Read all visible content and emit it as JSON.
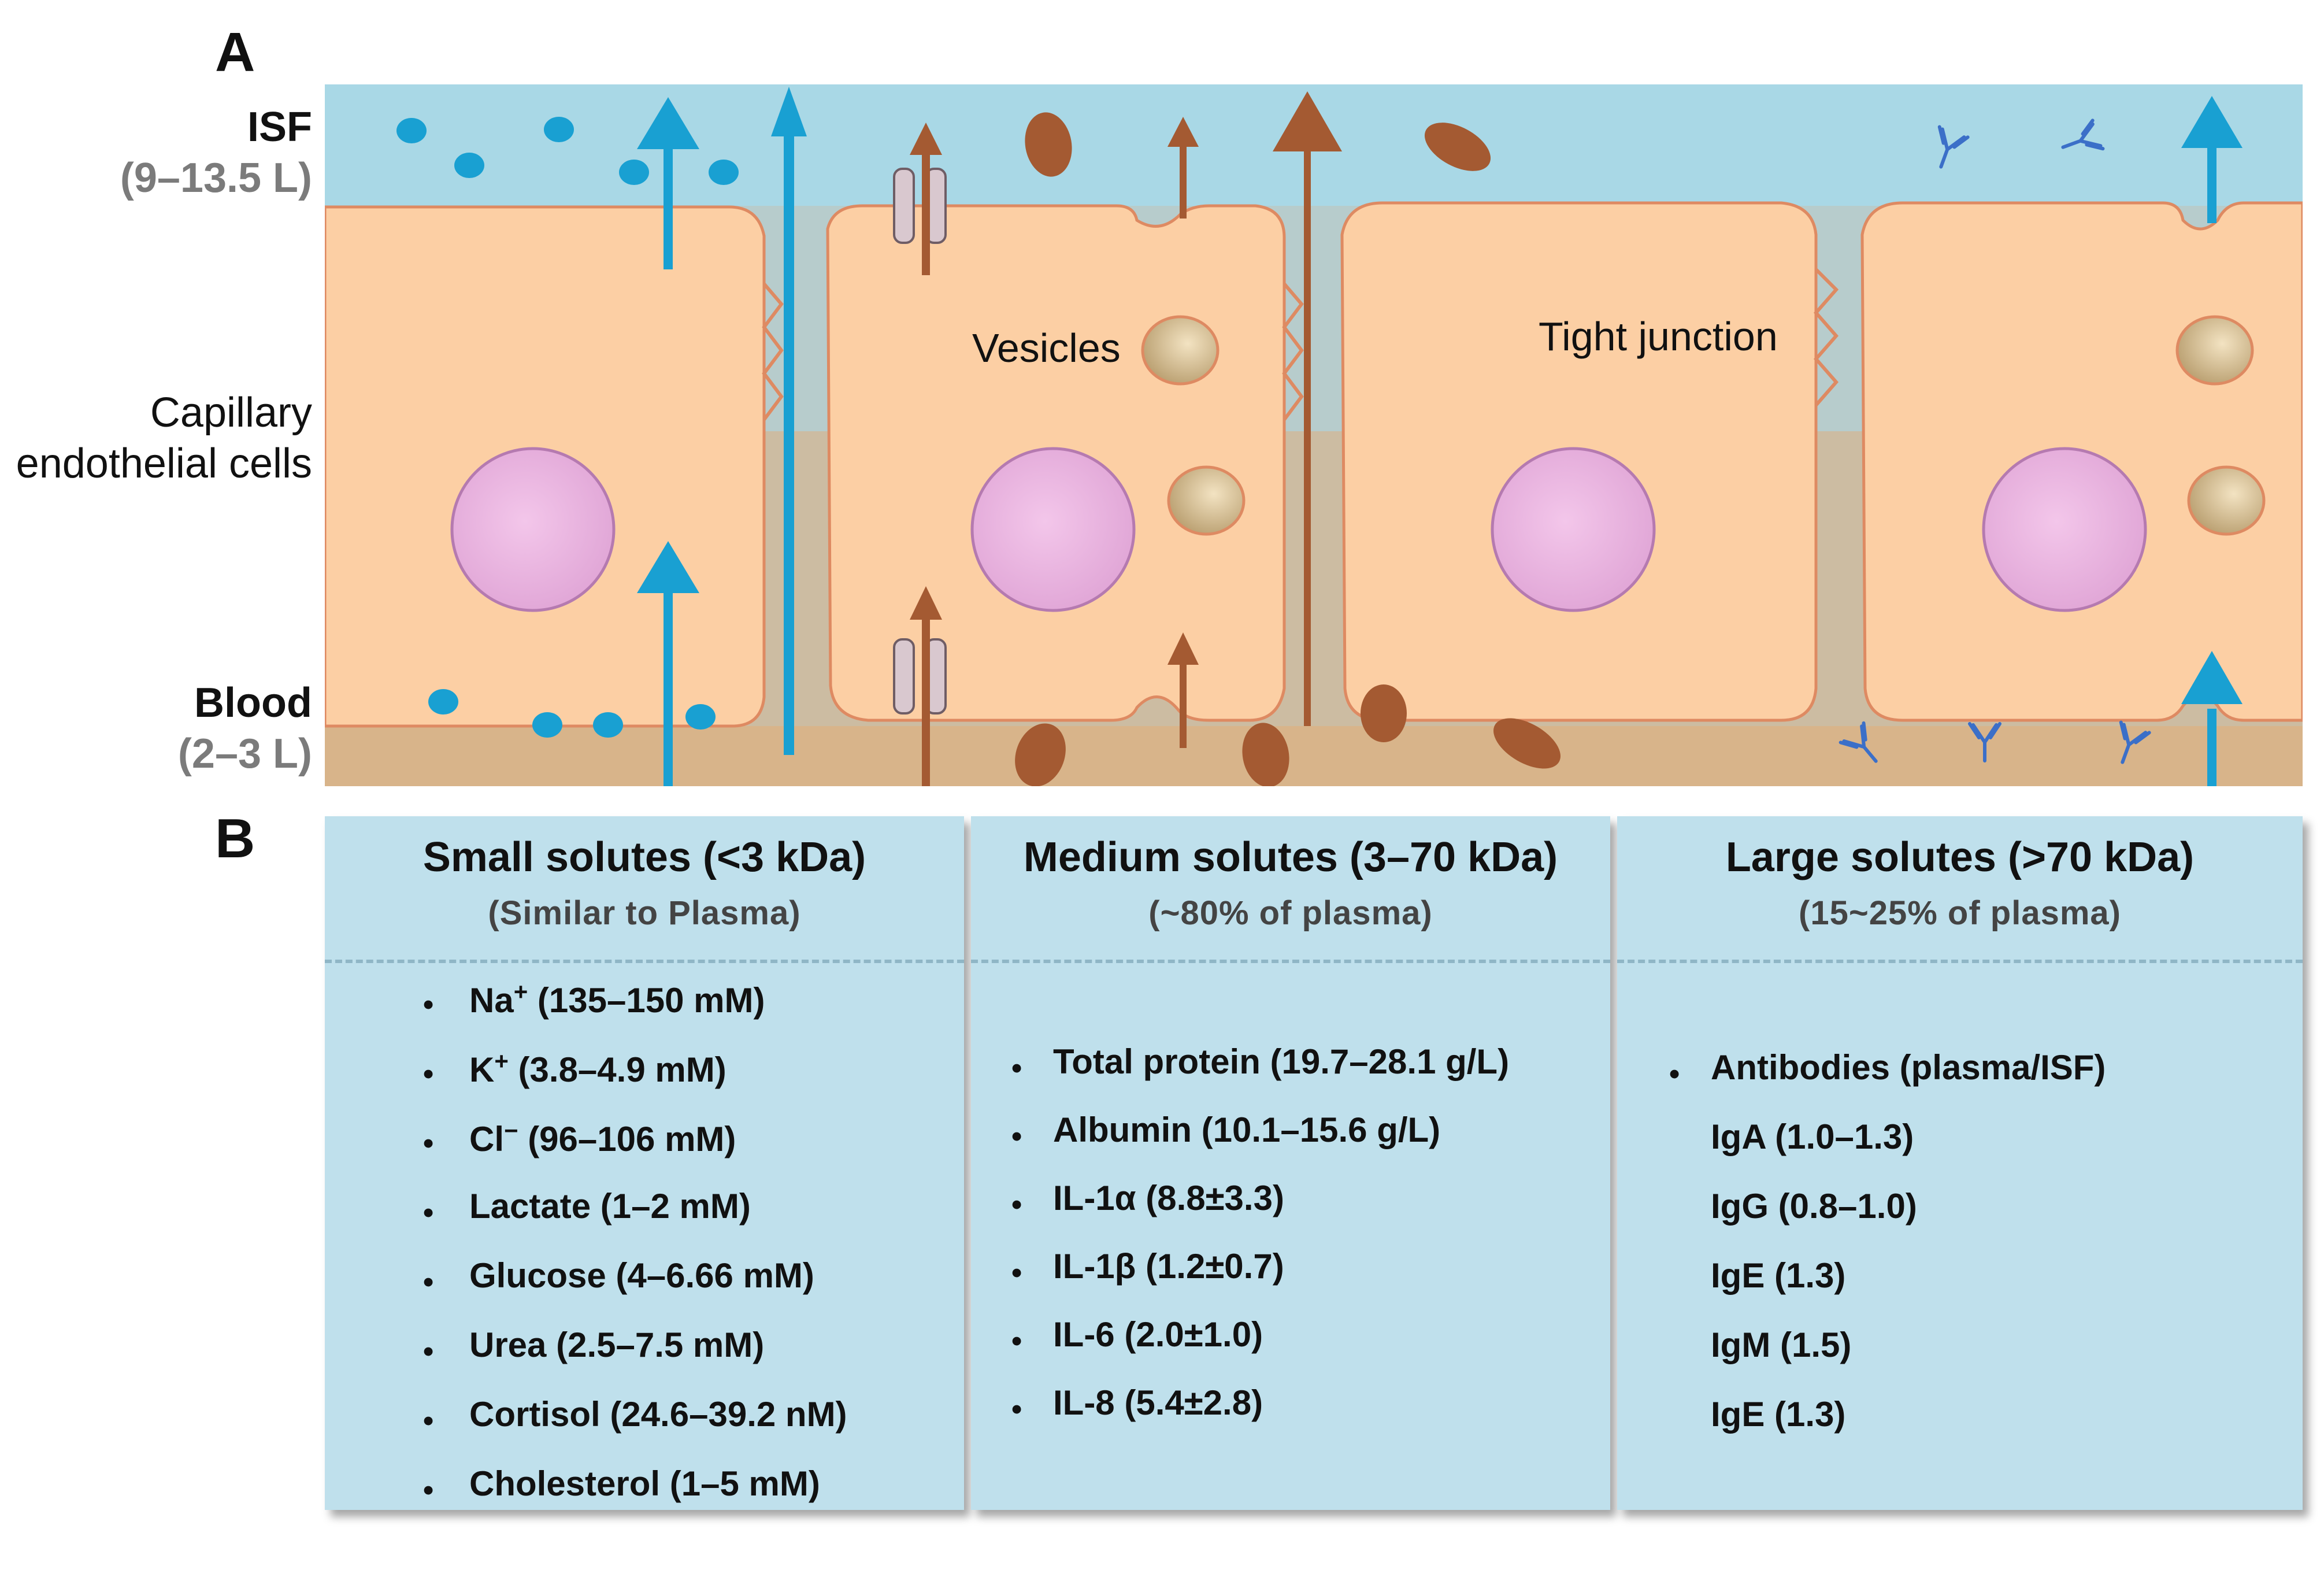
{
  "panel_a": {
    "letter": "A",
    "isf_label": "ISF",
    "isf_volume": "(9–13.5 L)",
    "cells_label_line1": "Capillary",
    "cells_label_line2": "endothelial cells",
    "blood_label": "Blood",
    "blood_volume": "(2–3 L)",
    "vesicles_label": "Vesicles",
    "tight_junction_label": "Tight junction",
    "colors": {
      "isf": "#a9d8e6",
      "blood": "#d8b48a",
      "cell": "#fccfa4",
      "cell_border": "#de8a62",
      "nucleus": "#e7b0dd",
      "small_solute": "#19a0d2",
      "medium_solute": "#a45a32",
      "antibody": "#3b6fc8"
    }
  },
  "panel_b": {
    "letter": "B",
    "columns": [
      {
        "title": "Small solutes (<3 kDa)",
        "subtitle": "(Similar to Plasma)",
        "items": [
          {
            "bullet": true,
            "pre": "Na",
            "sup": "+",
            "post": " (135–150 mM)"
          },
          {
            "bullet": true,
            "pre": "K",
            "sup": "+",
            "post": " (3.8–4.9 mM)"
          },
          {
            "bullet": true,
            "pre": "Cl",
            "sup": "−",
            "post": " (96–106 mM)"
          },
          {
            "bullet": true,
            "pre": "Lactate (1–2 mM)",
            "sup": "",
            "post": ""
          },
          {
            "bullet": true,
            "pre": "Glucose (4–6.66 mM)",
            "sup": "",
            "post": ""
          },
          {
            "bullet": true,
            "pre": "Urea (2.5–7.5 mM)",
            "sup": "",
            "post": ""
          },
          {
            "bullet": true,
            "pre": "Cortisol (24.6–39.2 nM)",
            "sup": "",
            "post": ""
          },
          {
            "bullet": true,
            "pre": "Cholesterol (1–5 mM)",
            "sup": "",
            "post": ""
          }
        ]
      },
      {
        "title": "Medium solutes (3–70 kDa)",
        "subtitle": "(~80% of plasma)",
        "items": [
          {
            "bullet": true,
            "pre": "Total protein (19.7–28.1 g/L)",
            "sup": "",
            "post": ""
          },
          {
            "bullet": true,
            "pre": "Albumin (10.1–15.6 g/L)",
            "sup": "",
            "post": ""
          },
          {
            "bullet": true,
            "pre": "IL-1α (8.8±3.3)",
            "sup": "",
            "post": ""
          },
          {
            "bullet": true,
            "pre": "IL-1β (1.2±0.7)",
            "sup": "",
            "post": ""
          },
          {
            "bullet": true,
            "pre": "IL-6 (2.0±1.0)",
            "sup": "",
            "post": ""
          },
          {
            "bullet": true,
            "pre": "IL-8 (5.4±2.8)",
            "sup": "",
            "post": ""
          }
        ]
      },
      {
        "title": "Large solutes (>70 kDa)",
        "subtitle": "(15~25% of plasma)",
        "items": [
          {
            "bullet": true,
            "pre": "Antibodies (plasma/ISF)",
            "sup": "",
            "post": ""
          },
          {
            "bullet": false,
            "pre": "IgA (1.0–1.3)",
            "sup": "",
            "post": ""
          },
          {
            "bullet": false,
            "pre": "IgG (0.8–1.0)",
            "sup": "",
            "post": ""
          },
          {
            "bullet": false,
            "pre": "IgE (1.3)",
            "sup": "",
            "post": ""
          },
          {
            "bullet": false,
            "pre": "IgM (1.5)",
            "sup": "",
            "post": ""
          },
          {
            "bullet": false,
            "pre": "IgE (1.3)",
            "sup": "",
            "post": ""
          }
        ]
      }
    ]
  }
}
